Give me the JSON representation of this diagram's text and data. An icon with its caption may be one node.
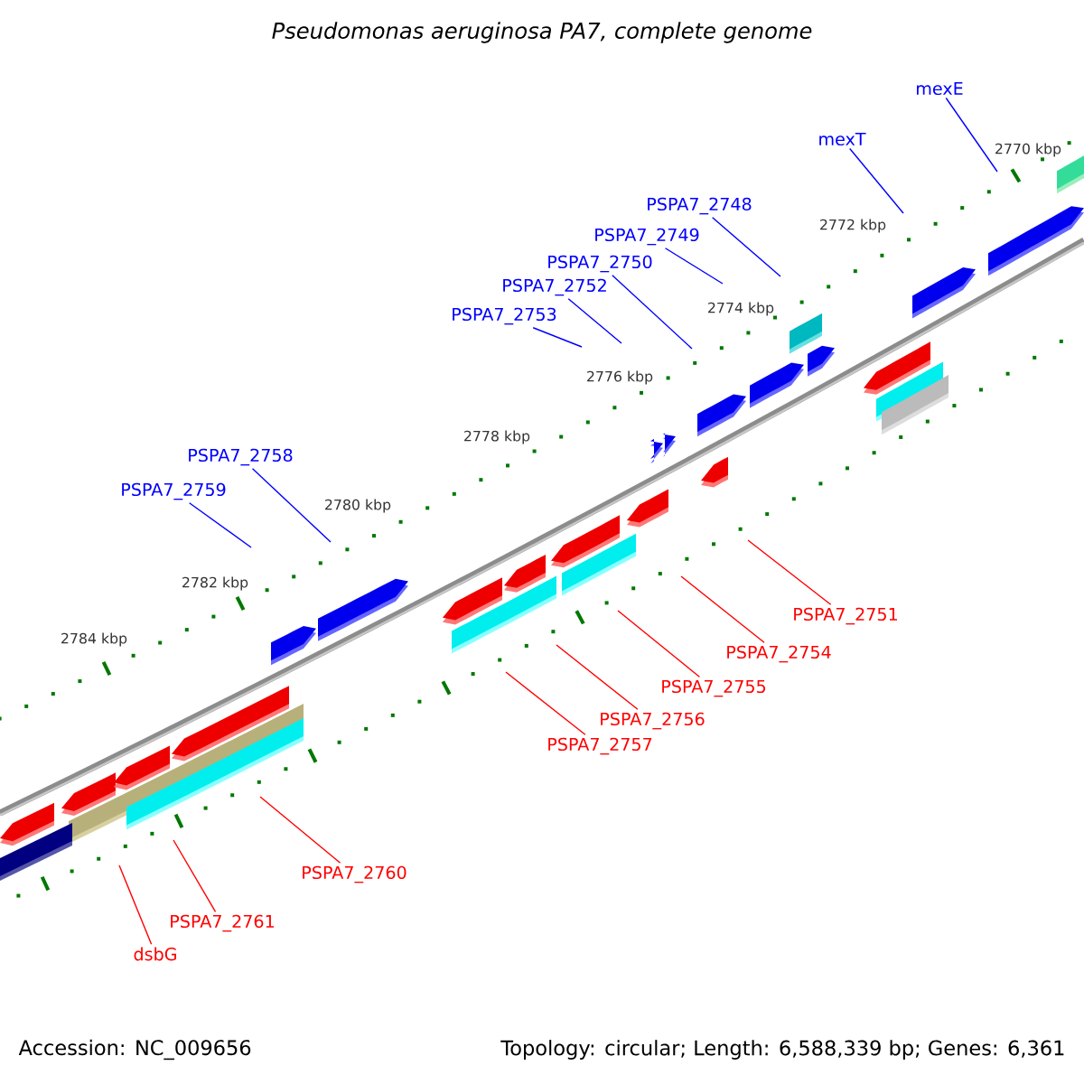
{
  "diagram": {
    "title": "Pseudomonas aeruginosa PA7, complete genome",
    "nodes": [
      {
        "text": [
          "mexE"
        ]
      },
      {
        "text": [
          "mexT"
        ]
      },
      {
        "text": [
          "PSPA7_2748"
        ]
      },
      {
        "text": [
          "PSPA7_2749"
        ]
      },
      {
        "text": [
          "PSPA7_2750"
        ]
      },
      {
        "text": [
          "PSPA7_2752"
        ]
      },
      {
        "text": [
          "PSPA7_2753"
        ]
      },
      {
        "text": [
          "PSPA7_2758"
        ]
      },
      {
        "text": [
          "PSPA7_2759"
        ]
      },
      {
        "text": [
          "PSPA7_2751"
        ]
      },
      {
        "text": [
          "PSPA7_2754"
        ]
      },
      {
        "text": [
          "PSPA7_2755"
        ]
      },
      {
        "text": [
          "PSPA7_2756"
        ]
      },
      {
        "text": [
          "PSPA7_2757"
        ]
      },
      {
        "text": [
          "PSPA7_2760"
        ]
      },
      {
        "text": [
          "PSPA7_2761"
        ]
      },
      {
        "text": [
          "dsbG"
        ]
      }
    ],
    "edges": [
      {
        "from": 0,
        "to": null,
        "arrow": "none"
      },
      {
        "from": 1,
        "to": null,
        "arrow": "none"
      },
      {
        "from": 2,
        "to": null,
        "arrow": "none"
      },
      {
        "from": 3,
        "to": null,
        "arrow": "none"
      },
      {
        "from": 4,
        "to": null,
        "arrow": "none"
      },
      {
        "from": 5,
        "to": null,
        "arrow": "none"
      },
      {
        "from": 6,
        "to": null,
        "arrow": "none"
      },
      {
        "from": 7,
        "to": null,
        "arrow": "none"
      },
      {
        "from": 8,
        "to": null,
        "arrow": "none"
      },
      {
        "from": 9,
        "to": null,
        "arrow": "none",
        "color": "#ff0000"
      },
      {
        "from": 10,
        "to": null,
        "arrow": "none",
        "color": "#ff0000"
      },
      {
        "from": 11,
        "to": null,
        "arrow": "none",
        "color": "#ff0000"
      },
      {
        "from": 12,
        "to": null,
        "arrow": "none",
        "color": "#ff0000"
      },
      {
        "from": 13,
        "to": null,
        "arrow": "none",
        "color": "#ff0000"
      },
      {
        "from": 14,
        "to": null,
        "arrow": "none",
        "color": "#ff0000"
      },
      {
        "from": 15,
        "to": null,
        "arrow": "none",
        "color": "#ff0000"
      },
      {
        "from": 16,
        "to": null,
        "arrow": "none",
        "color": "#ff0000"
      }
    ],
    "labels": [
      "2770 kbp",
      "2772 kbp",
      "2774 kbp",
      "2776 kbp",
      "2778 kbp",
      "2780 kbp",
      "2782 kbp",
      "2784 kbp",
      "Accession: NC_009656",
      "Topology: circular; Length: 6,588,339 bp; Genes: 6,361"
    ]
  }
}
